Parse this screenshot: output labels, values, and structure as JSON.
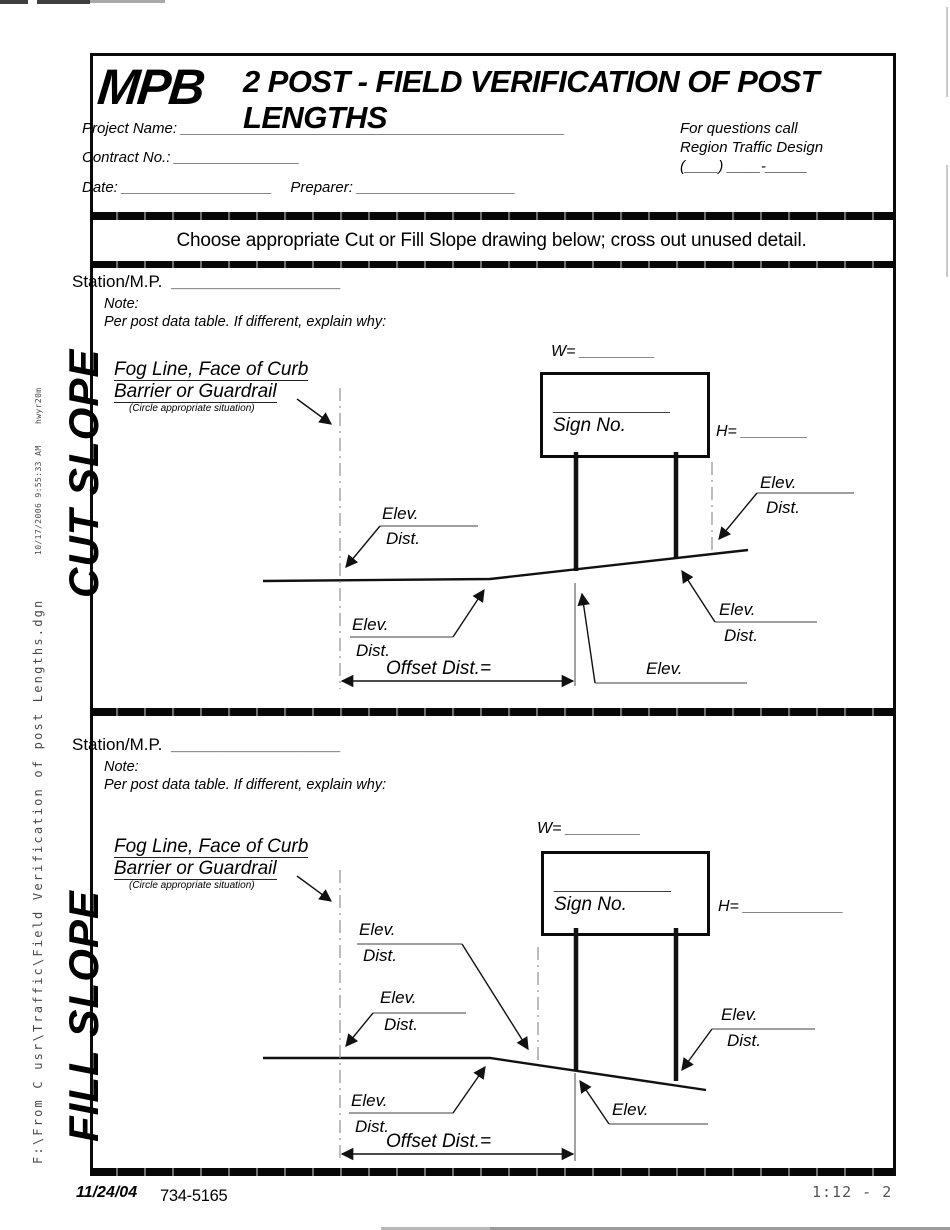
{
  "sidebar": {
    "path": "F:\\From C usr\\Traffic\\Field Verification of post Lengths.dgn",
    "timestamp": "10/17/2006  9:55:33 AM",
    "user": "hwyr20m"
  },
  "header": {
    "logo": "MPB",
    "title": "2 POST - FIELD VERIFICATION OF POST LENGTHS",
    "project_label": "Project Name:",
    "project_blank": "______________________________________________",
    "contract_label": "Contract No.:",
    "contract_blank": "_______________",
    "date_label": "Date:",
    "date_blank": "__________________",
    "preparer_label": "Preparer:",
    "preparer_blank": "___________________",
    "contact": [
      "For questions call",
      "Region Traffic Design",
      "(____) ____-_____"
    ]
  },
  "banner": "Choose appropriate Cut or Fill Slope drawing below; cross out unused detail.",
  "sections": {
    "cut": {
      "slope_title": "CUT SLOPE",
      "station_label": "Station/M.P.",
      "station_blank": "___________________",
      "note_title": "Note:",
      "note_text": "Per post data table.  If different, explain why:",
      "fog_line_1": "Fog Line, Face of Curb",
      "fog_line_2": "Barrier or Guardrail",
      "fog_line_3": "(Circle appropriate situation)",
      "w_label": "W=",
      "w_blank": "_________",
      "h_label": "H=",
      "h_blank": "________",
      "sign_blank": "______________",
      "sign_label": "Sign No.",
      "elev": "Elev.",
      "dist": "Dist.",
      "offset_label": "Offset  Dist.="
    },
    "fill": {
      "slope_title": "FILL SLOPE",
      "station_label": "Station/M.P.",
      "station_blank": "___________________",
      "note_title": "Note:",
      "note_text": "Per post data table.  If different, explain why:",
      "fog_line_1": "Fog Line, Face of Curb",
      "fog_line_2": "Barrier or Guardrail",
      "fog_line_3": "(Circle appropriate situation)",
      "w_label": "W=",
      "w_blank": "_________",
      "h_label": "H=",
      "h_blank": "____________",
      "sign_blank": "______________",
      "sign_label": "Sign No.",
      "elev": "Elev.",
      "dist": "Dist.",
      "offset_label": "Offset  Dist.="
    }
  },
  "footer": {
    "date": "11/24/04",
    "form_number": "734-5165",
    "page": "1:12 - 2"
  }
}
